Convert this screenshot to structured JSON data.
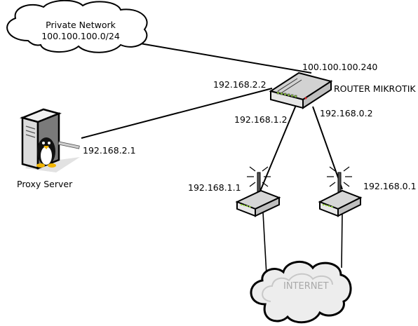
{
  "private_network": {
    "title": "Private Network",
    "subnet": "100.100.100.0/24"
  },
  "router": {
    "name": "ROUTER MIKROTIK",
    "public_ip": "100.100.100.240",
    "ip_to_proxy": "192.168.2.2",
    "ip_to_ap1": "192.168.1.2",
    "ip_to_ap2": "192.168.0.2"
  },
  "proxy": {
    "name": "Proxy Server",
    "ip": "192.168.2.1"
  },
  "access_point_1": {
    "ip": "192.168.1.1"
  },
  "access_point_2": {
    "ip": "192.168.0.1"
  },
  "internet": {
    "label": "INTERNET"
  },
  "colors": {
    "line": "#000000",
    "device_body": "#e6e6e6",
    "device_top": "#d2d2d2",
    "device_led": "#8fcf3a",
    "cloud_fill": "#ffffff",
    "internet_fill": "#ededed",
    "internet_text": "#a9a9a9"
  },
  "icons": [
    "cloud-icon",
    "router-icon",
    "server-icon",
    "linux-penguin-icon",
    "wireless-ap-icon",
    "internet-cloud-icon"
  ]
}
